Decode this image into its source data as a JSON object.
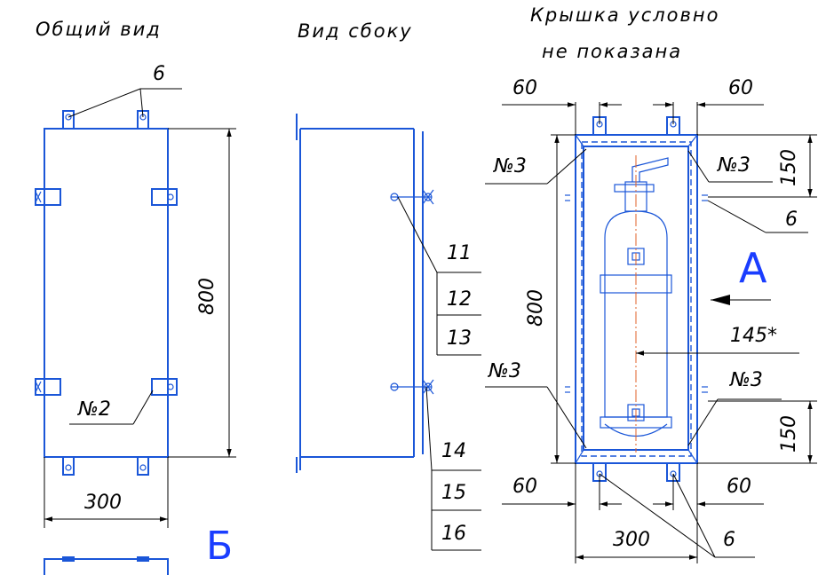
{
  "views": {
    "general_title": "Общий вид",
    "side_title": "Вид сбоку",
    "front_title_line1": "Крышка условно",
    "front_title_line2": "не показана"
  },
  "general_view": {
    "callout_top": "6",
    "dim_height": "800",
    "dim_width": "300",
    "bracket_label": "№2"
  },
  "side_view": {
    "parts_upper": [
      "11",
      "12",
      "13"
    ],
    "parts_lower": [
      "14",
      "15",
      "16"
    ]
  },
  "front_view": {
    "dim_top_left": "60",
    "dim_top_right": "60",
    "dim_bottom_left": "60",
    "dim_bottom_right": "60",
    "dim_height": "800",
    "dim_width": "300",
    "dim_top_offset": "150",
    "dim_bottom_offset": "150",
    "dim_axis": "145*",
    "weld_top_left": "№3",
    "weld_top_right": "№3",
    "weld_bottom_left": "№3",
    "weld_bottom_right": "№3",
    "callout_right": "6",
    "callout_bottom": "6",
    "view_arrow_label": "А"
  },
  "section_label": "Б",
  "colors": {
    "outline": "#1a56d8",
    "dimension": "#000000",
    "axis": "#e0622a",
    "view_letter": "#1a3dff"
  }
}
